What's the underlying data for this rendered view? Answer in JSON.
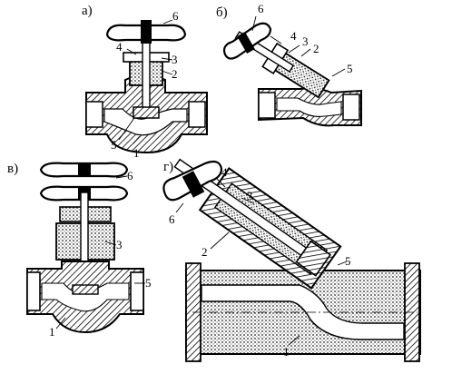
{
  "figure": {
    "panels": [
      {
        "id": "a",
        "label": "а)",
        "callouts": [
          "1",
          "2",
          "3",
          "4",
          "5",
          "6"
        ]
      },
      {
        "id": "b",
        "label": "б)",
        "callouts": [
          "2",
          "3",
          "4",
          "5",
          "6"
        ]
      },
      {
        "id": "v",
        "label": "в)",
        "callouts": [
          "1",
          "3",
          "5",
          "6"
        ]
      },
      {
        "id": "g",
        "label": "г)",
        "callouts": [
          "1",
          "2",
          "3",
          "4",
          "5",
          "6"
        ]
      }
    ]
  }
}
